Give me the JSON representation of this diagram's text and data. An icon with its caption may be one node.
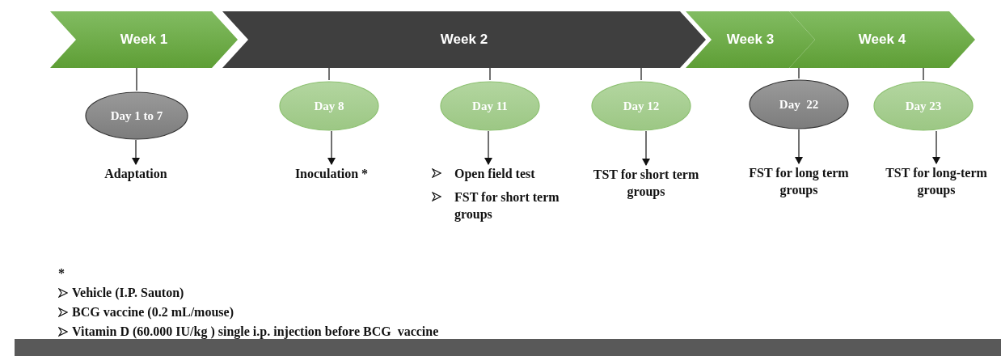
{
  "diagram": {
    "nodes": [
      {
        "text": [
          "Week 1"
        ]
      },
      {
        "text": [
          "Week 2"
        ]
      },
      {
        "text": [
          "Week 3"
        ]
      },
      {
        "text": [
          "Week 4"
        ]
      },
      {
        "text": [
          "Day 1 to 7"
        ]
      },
      {
        "text": [
          "Day 8"
        ]
      },
      {
        "text": [
          "Day 11"
        ]
      },
      {
        "text": [
          "Day 12"
        ]
      },
      {
        "text": [
          "Day  22"
        ]
      },
      {
        "text": [
          "Day 23"
        ]
      },
      {
        "text": [
          "Adaptation"
        ]
      },
      {
        "text": [
          "Inoculation *"
        ]
      },
      {
        "text": [
          "Open field test",
          "FST for short term groups"
        ]
      },
      {
        "text": [
          "TST for short term groups"
        ]
      },
      {
        "text": [
          "FST for long term groups"
        ]
      },
      {
        "text": [
          "TST for long-term groups"
        ]
      }
    ],
    "edges": [
      {
        "from": 0,
        "to": 4,
        "arrow": "none"
      },
      {
        "from": 1,
        "to": 5,
        "arrow": "none"
      },
      {
        "from": 1,
        "to": 6,
        "arrow": "none"
      },
      {
        "from": 1,
        "to": 7,
        "arrow": "none"
      },
      {
        "from": 3,
        "to": 8,
        "arrow": "none"
      },
      {
        "from": 3,
        "to": 9,
        "arrow": "none"
      },
      {
        "from": 4,
        "to": 10,
        "arrow": "to"
      },
      {
        "from": 5,
        "to": 11,
        "arrow": "to"
      },
      {
        "from": 6,
        "to": 12,
        "arrow": "to"
      },
      {
        "from": 7,
        "to": 13,
        "arrow": "to"
      },
      {
        "from": 8,
        "to": 14,
        "arrow": "to"
      },
      {
        "from": 9,
        "to": 15,
        "arrow": "to"
      }
    ],
    "labels": [
      "*",
      "Vehicle (I.P. Sauton)",
      "BCG vaccine (0.2 mL/mouse)",
      "Vitamin D (60.000 IU/kg ) single i.p. injection before BCG  vaccine"
    ]
  }
}
